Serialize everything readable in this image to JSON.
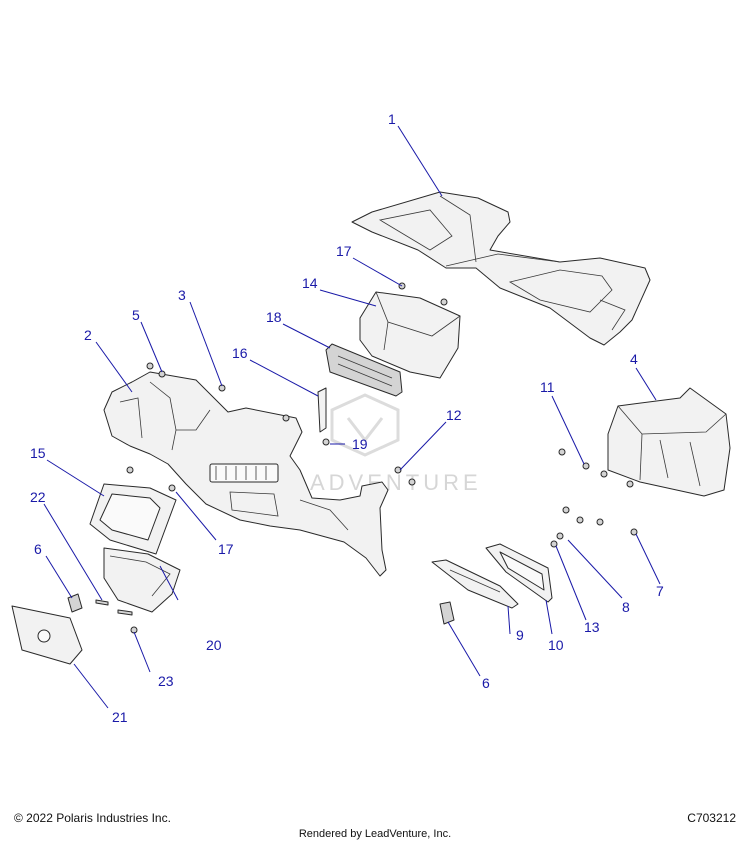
{
  "callouts": [
    "1",
    "17",
    "14",
    "18",
    "16",
    "3",
    "5",
    "2",
    "19",
    "15",
    "22",
    "17",
    "6",
    "20",
    "23",
    "21",
    "4",
    "11",
    "12",
    "7",
    "8",
    "13",
    "10",
    "9",
    "6"
  ],
  "watermark": "ADVENTURE",
  "footer": {
    "copyright": "© 2022 Polaris Industries Inc.",
    "code": "C703212",
    "rendered_by": "Rendered by LeadVenture, Inc."
  }
}
